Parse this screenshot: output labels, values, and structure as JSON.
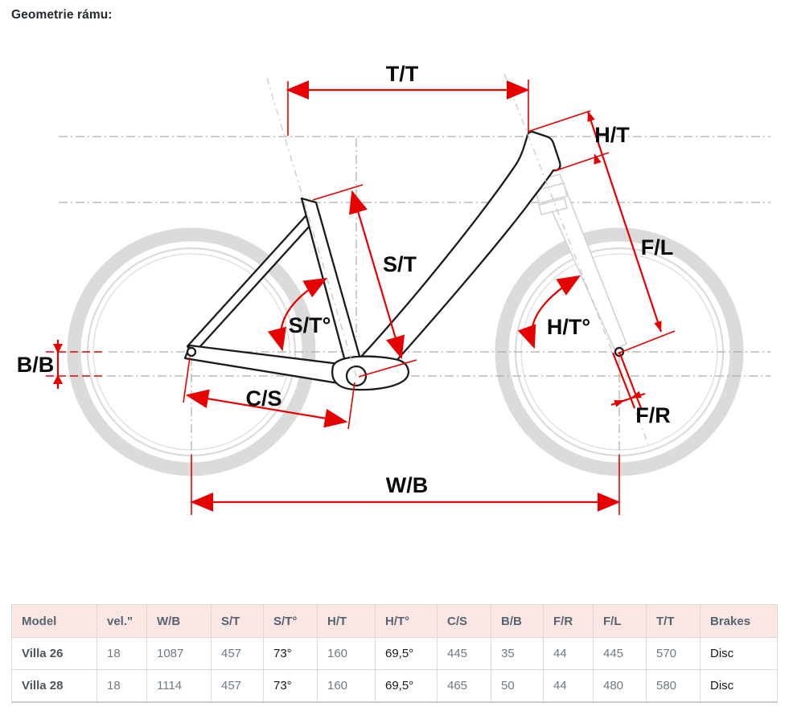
{
  "page": {
    "title": "Geometrie rámu:"
  },
  "colors": {
    "accent": "#e60000",
    "header_bg": "#fbe6e4",
    "border": "#d9d9d9",
    "num_gray": "#6d7983",
    "dark_text": "#14181b",
    "header_text": "#566470",
    "model_text": "#49545e"
  },
  "diagram": {
    "labels": {
      "tt": "T/T",
      "ht": "H/T",
      "fl": "F/L",
      "st": "S/T",
      "st_angle": "S/T°",
      "ht_angle": "H/T°",
      "bb": "B/B",
      "cs": "C/S",
      "fr": "F/R",
      "wb": "W/B"
    }
  },
  "table": {
    "headers": [
      "Model",
      "vel.\"",
      "W/B",
      "S/T",
      "S/T°",
      "H/T",
      "H/T°",
      "C/S",
      "B/B",
      "F/R",
      "F/L",
      "T/T",
      "Brakes"
    ],
    "rows": [
      {
        "cells": [
          "Villa 26",
          "18",
          "1087",
          "457",
          "73°",
          "160",
          "69,5°",
          "445",
          "35",
          "44",
          "445",
          "570",
          "Disc"
        ]
      },
      {
        "cells": [
          "Villa 28",
          "18",
          "1114",
          "457",
          "73°",
          "160",
          "69,5°",
          "465",
          "50",
          "44",
          "480",
          "580",
          "Disc"
        ]
      }
    ]
  }
}
